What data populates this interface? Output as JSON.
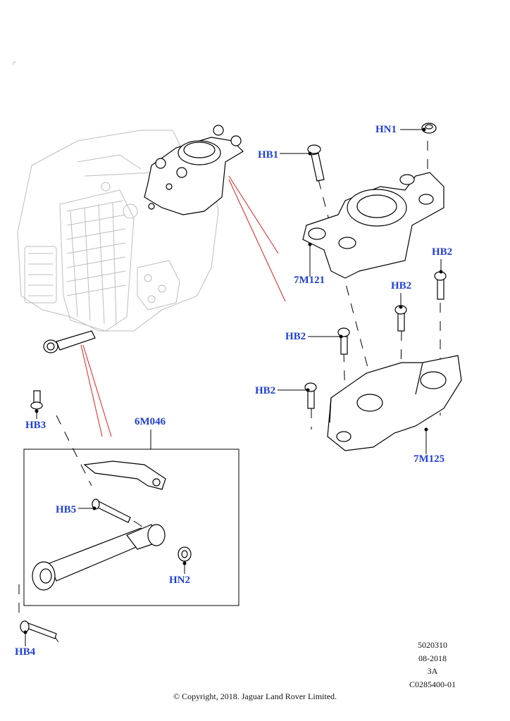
{
  "callouts": [
    {
      "id": "HN1",
      "label": "HN1"
    },
    {
      "id": "HB1",
      "label": "HB1"
    },
    {
      "id": "7M121",
      "label": "7M121"
    },
    {
      "id": "HB2a",
      "label": "HB2"
    },
    {
      "id": "HB2b",
      "label": "HB2"
    },
    {
      "id": "HB2c",
      "label": "HB2"
    },
    {
      "id": "HB2d",
      "label": "HB2"
    },
    {
      "id": "7M125",
      "label": "7M125"
    },
    {
      "id": "6M046",
      "label": "6M046"
    },
    {
      "id": "HB3",
      "label": "HB3"
    },
    {
      "id": "HB5",
      "label": "HB5"
    },
    {
      "id": "HN2",
      "label": "HN2"
    },
    {
      "id": "HB4",
      "label": "HB4"
    }
  ],
  "meta": {
    "illustration_number": "5020310",
    "date": "08-2018",
    "revision": "3A",
    "code": "C0285400-01"
  },
  "copyright": "© Copyright, 2018. Jaguar Land Rover Limited.",
  "colors": {
    "callout": "#1f3fd8",
    "leader_red": "#e02020",
    "line": "#000000",
    "ghost": "#b8b8b8"
  }
}
